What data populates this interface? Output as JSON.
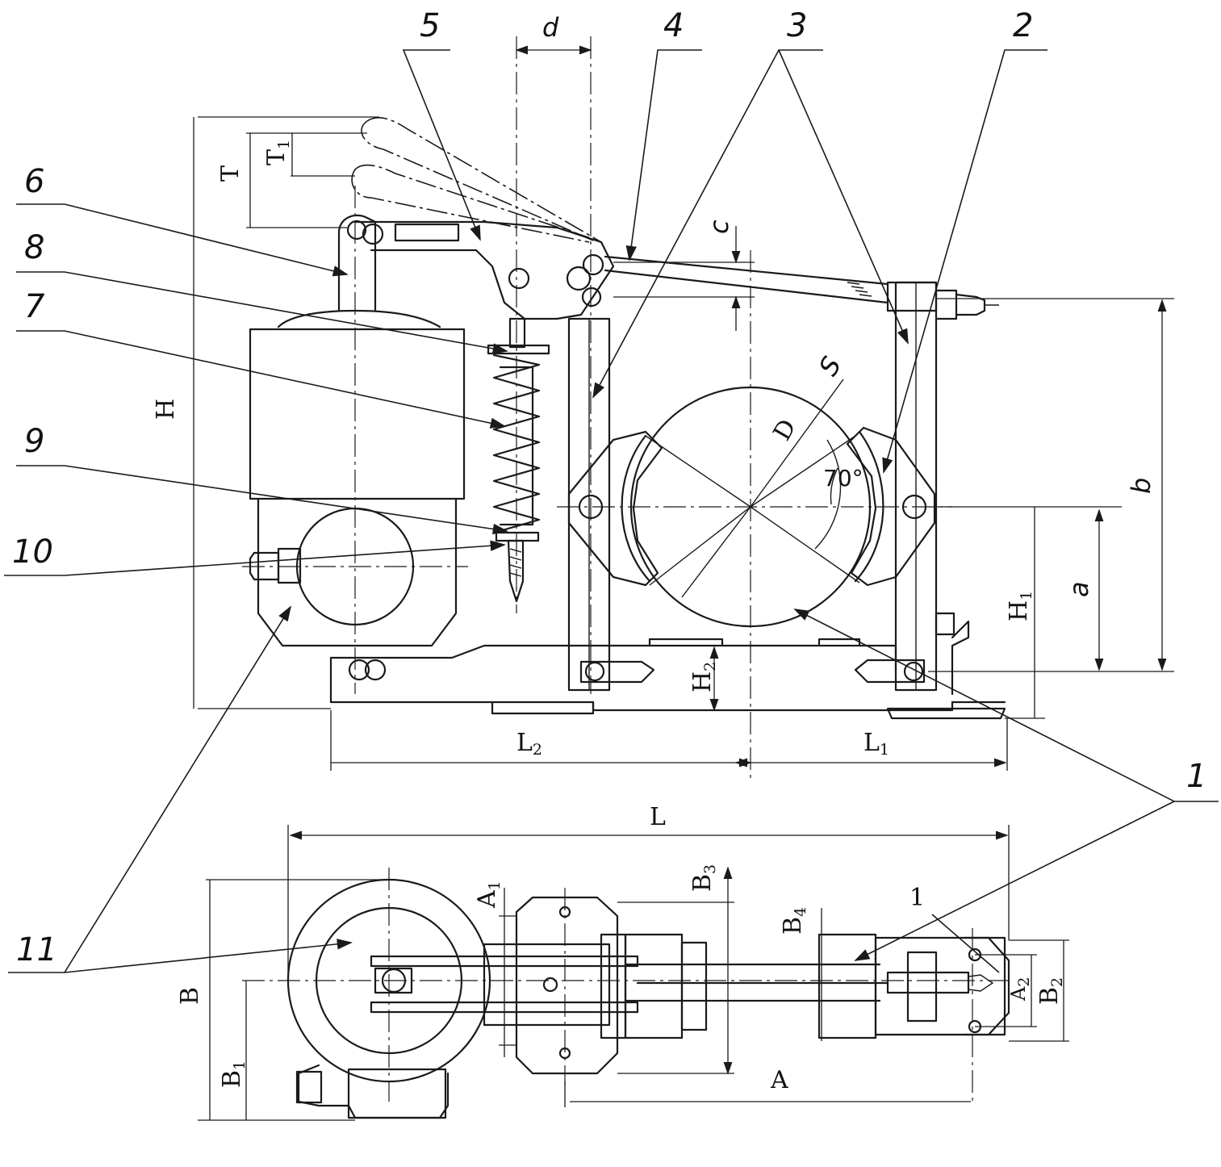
{
  "callouts": {
    "c1": "1",
    "c1_small": "1",
    "c2": "2",
    "c3": "3",
    "c4": "4",
    "c5": "5",
    "c6": "6",
    "c7": "7",
    "c8": "8",
    "c9": "9",
    "c10": "10",
    "c11": "11"
  },
  "dimensions": {
    "d": "d",
    "c": "c",
    "T": "T",
    "T1": "T",
    "T1_sub": "1",
    "H": "H",
    "H1": "H",
    "H1_sub": "1",
    "H2": "H",
    "H2_sub": "2",
    "a": "a",
    "b": "b",
    "S": "S",
    "D": "D",
    "angle": "70°",
    "L": "L",
    "L1": "L",
    "L1_sub": "1",
    "L2": "L",
    "L2_sub": "2",
    "A": "A",
    "A1": "A",
    "A1_sub": "1",
    "A2": "A",
    "A2_sub": "2",
    "B": "B",
    "B1": "B",
    "B1_sub": "1",
    "B2": "B",
    "B2_sub": "2",
    "B3": "B",
    "B3_sub": "3",
    "B4": "B",
    "B4_sub": "4"
  },
  "colors": {
    "ink": "#1a1a1a",
    "paper": "#ffffff"
  }
}
